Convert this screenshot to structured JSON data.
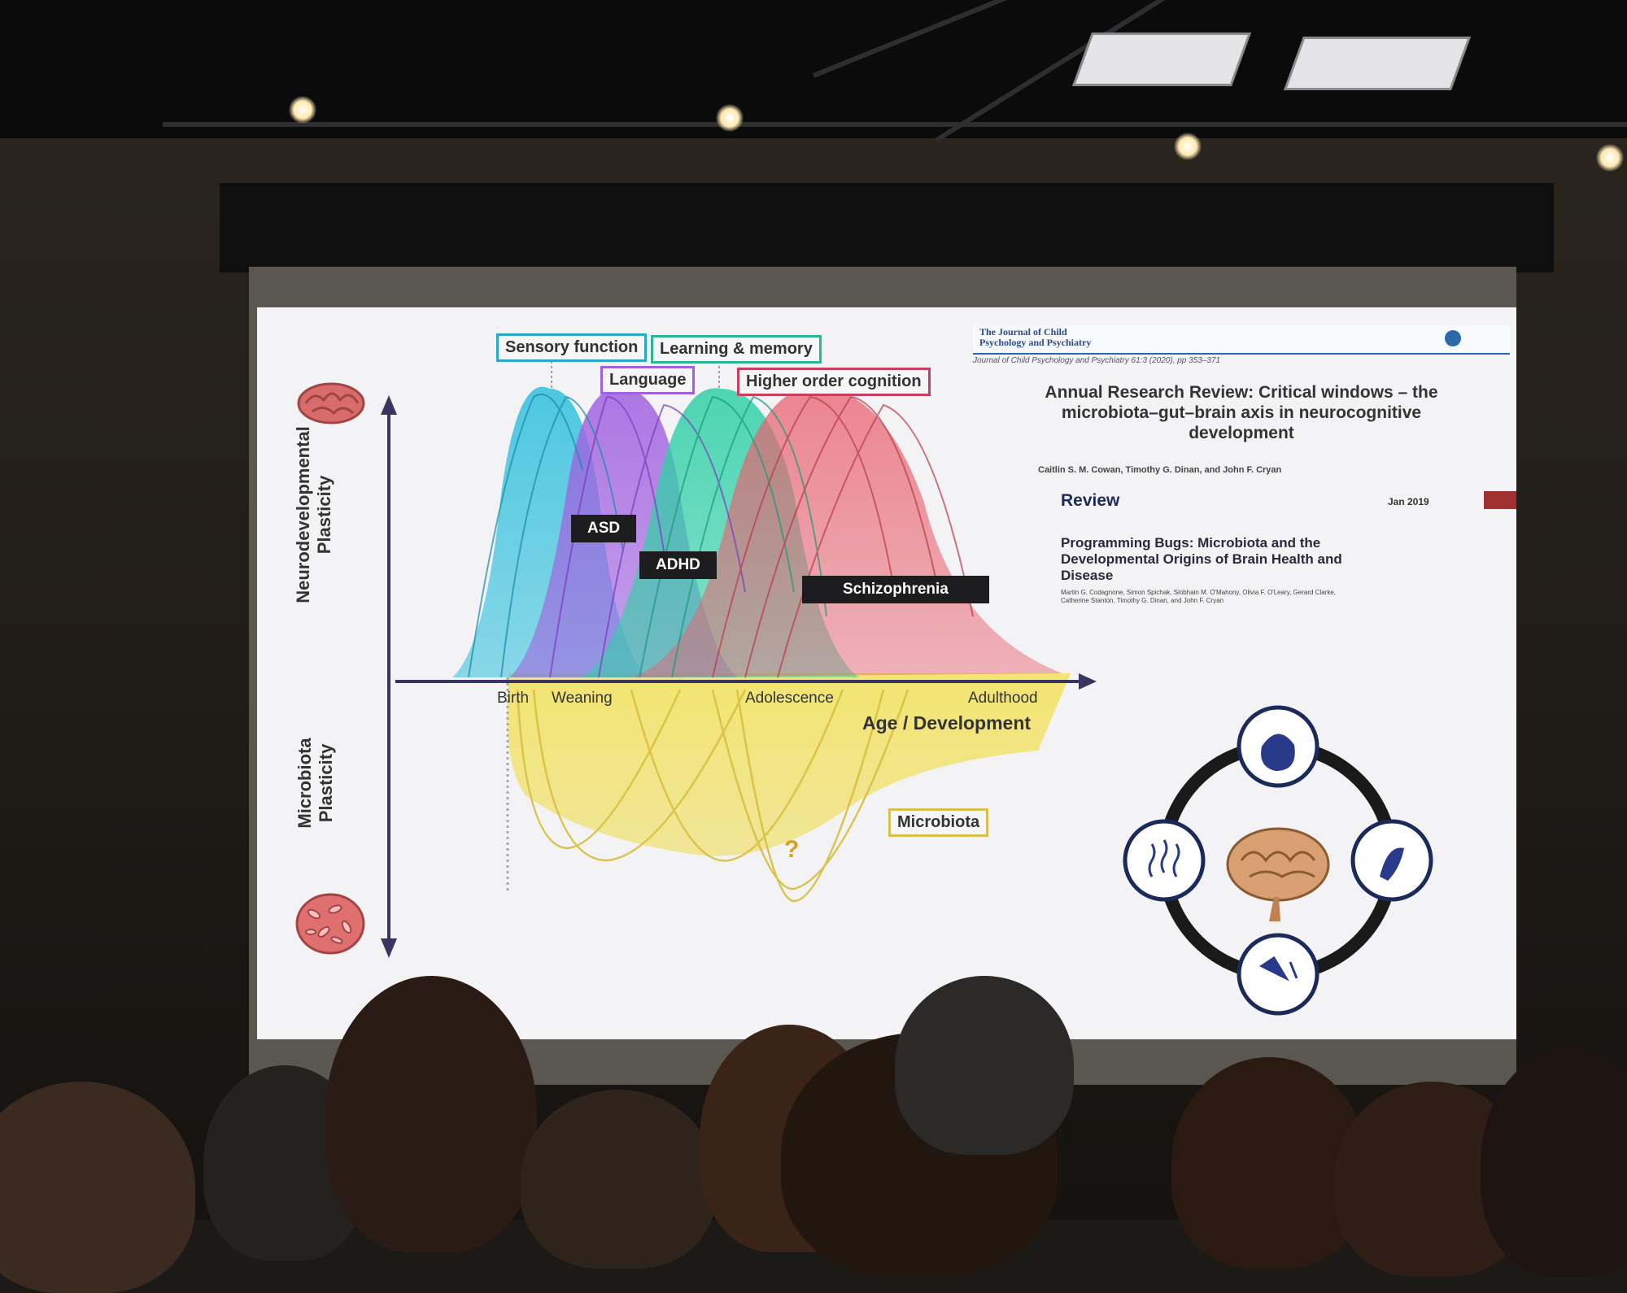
{
  "slide": {
    "figure": {
      "y_axis_top": [
        "Neurodevelopmental",
        "Plasticity"
      ],
      "y_axis_bottom": [
        "Microbiota",
        "Plasticity"
      ],
      "x_axis": "Age / Development",
      "stages": [
        "Birth",
        "Weaning",
        "Adolescence",
        "Adulthood"
      ],
      "functions": {
        "sensory": "Sensory function",
        "learning": "Learning & memory",
        "language": "Language",
        "higher": "Higher order cognition"
      },
      "disorders": [
        "ASD",
        "ADHD",
        "Schizophrenia"
      ],
      "microbiota_label": "Microbiota",
      "unknown_mark": "?",
      "colors": {
        "sensory": "#2fc0dc",
        "language": "#a060e0",
        "learning": "#2fd0a6",
        "higher": "#e8606e",
        "microbiota": "#f0e060"
      }
    },
    "paper1": {
      "journal": [
        "The Journal of Child",
        "Psychology and Psychiatry"
      ],
      "citation": "Journal of Child Psychology and Psychiatry 61:3 (2020), pp 353–371",
      "title": [
        "Annual Research Review: Critical windows – the",
        "microbiota–gut–brain axis in neurocognitive",
        "development"
      ],
      "authors": "Caitlin S. M. Cowan, Timothy G. Dinan, and John F. Cryan"
    },
    "paper2": {
      "kind": "Review",
      "date": "Jan 2019",
      "title": [
        "Programming Bugs: Microbiota and the",
        "Developmental Origins of Brain Health and",
        "Disease"
      ],
      "authors": [
        "Martin G. Codagnone, Simon Spichak, Siobhain M. O'Mahony, Olivia F. O'Leary, Gerard Clarke,",
        "Catherine Stanton, Timothy G. Dinan, and John F. Cryan"
      ]
    }
  }
}
